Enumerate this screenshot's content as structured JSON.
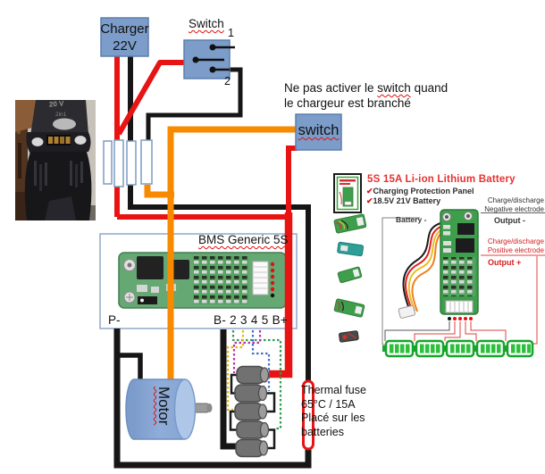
{
  "diagram": {
    "charger": {
      "line1": "Charger",
      "line2": "22V"
    },
    "switch_top": {
      "label": "Switch",
      "t1": "1",
      "t2": "2"
    },
    "note": {
      "part1": "Ne pas activer le ",
      "word": "switch",
      "part2": " quand",
      "line2": "le chargeur est branché"
    },
    "switch_lower": {
      "label": "switch"
    },
    "bms": {
      "title": "BMS Generic 5S",
      "p_minus": "P-",
      "b_row": "B- 2 3 4 5 B+"
    },
    "motor": {
      "label": "Motor"
    },
    "fuse": {
      "line1": "Thermal fuse",
      "line2": "65°C / 15A",
      "line3": "Placé sur les",
      "line4": "batteries"
    },
    "sense_wires": [
      {
        "pin": "2",
        "color": "#2e9e50"
      },
      {
        "pin": "3",
        "color": "#e6b800"
      },
      {
        "pin": "4",
        "color": "#4472c4"
      },
      {
        "pin": "5",
        "color": "#b233b2"
      }
    ]
  },
  "photo": {
    "brand": "20 V",
    "model": "2in1"
  },
  "product": {
    "title": "5S 15A Li-ion Lithium Battery",
    "check": "✔",
    "feature1": "Charging Protection Panel",
    "feature2": "18.5V 21V Battery",
    "battery_minus": "Battery -",
    "neg1": "Charge/discharge",
    "neg2": "Negative electrode",
    "out_minus": "Output -",
    "pos1": "Charge/discharge",
    "pos2": "Positive electrode",
    "out_plus": "Output +"
  },
  "colors": {
    "box_blue": "#7c9cc9",
    "wire_positive": "#e81414",
    "wire_negative": "#161616",
    "wire_switch_orange": "#f88a00",
    "pcb_green": "#66a873",
    "battery_icon_green": "#22b135",
    "fuse_outline": "#e81414",
    "product_title_red": "#e83030"
  }
}
